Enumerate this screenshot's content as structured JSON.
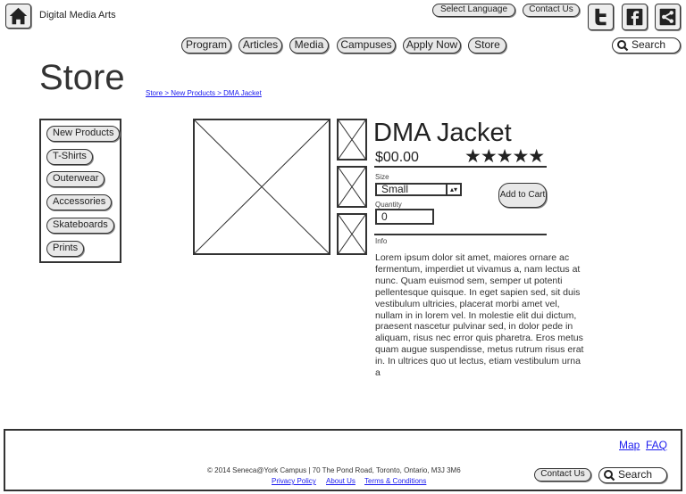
{
  "header": {
    "site_title": "Digital Media Arts",
    "home_icon": "home-icon",
    "select_language_label": "Select Language",
    "contact_us_label": "Contact Us",
    "social": [
      {
        "name": "twitter-icon"
      },
      {
        "name": "facebook-icon"
      },
      {
        "name": "share-icon"
      }
    ],
    "search_placeholder": "Search"
  },
  "nav": {
    "items": [
      {
        "label": "Program"
      },
      {
        "label": "Articles"
      },
      {
        "label": "Media"
      },
      {
        "label": "Campuses"
      },
      {
        "label": "Apply Now"
      },
      {
        "label": "Store"
      }
    ]
  },
  "page": {
    "title": "Store",
    "breadcrumb": "Store > New Products > DMA Jacket"
  },
  "sidebar": {
    "items": [
      {
        "label": "New Products"
      },
      {
        "label": "T-Shirts"
      },
      {
        "label": "Outerwear"
      },
      {
        "label": "Accessories"
      },
      {
        "label": "Skateboards"
      },
      {
        "label": "Prints"
      }
    ]
  },
  "product": {
    "name": "DMA Jacket",
    "price": "$00.00",
    "rating": "★★★★★",
    "size_label": "Size",
    "size_value": "Small",
    "quantity_label": "Quantity",
    "quantity_value": "0",
    "add_to_cart_label": "Add to Cart",
    "info_label": "Info",
    "description": "Lorem ipsum dolor sit amet, maiores ornare ac fermentum, imperdiet ut vivamus a, nam lectus at nunc. Quam euismod sem, semper ut potenti pellentesque quisque. In eget sapien sed, sit duis vestibulum ultricies, placerat morbi amet vel, nullam in in lorem vel. In molestie elit dui dictum, praesent nascetur pulvinar sed, in dolor pede in aliquam, risus nec error quis pharetra. Eros metus quam augue suspendisse, metus rutrum risus erat in.  In ultrices quo ut lectus, etiam vestibulum urna a"
  },
  "footer": {
    "map_link": "Map",
    "faq_link": "FAQ",
    "copyright": "© 2014 Seneca@York Campus | 70 The Pond Road,  Toronto, Ontario, M3J 3M6",
    "links": [
      {
        "label": "Privacy Policy"
      },
      {
        "label": "About Us"
      },
      {
        "label": "Terms & Conditions"
      }
    ],
    "contact_us_label": "Contact Us",
    "search_placeholder": "Search"
  }
}
